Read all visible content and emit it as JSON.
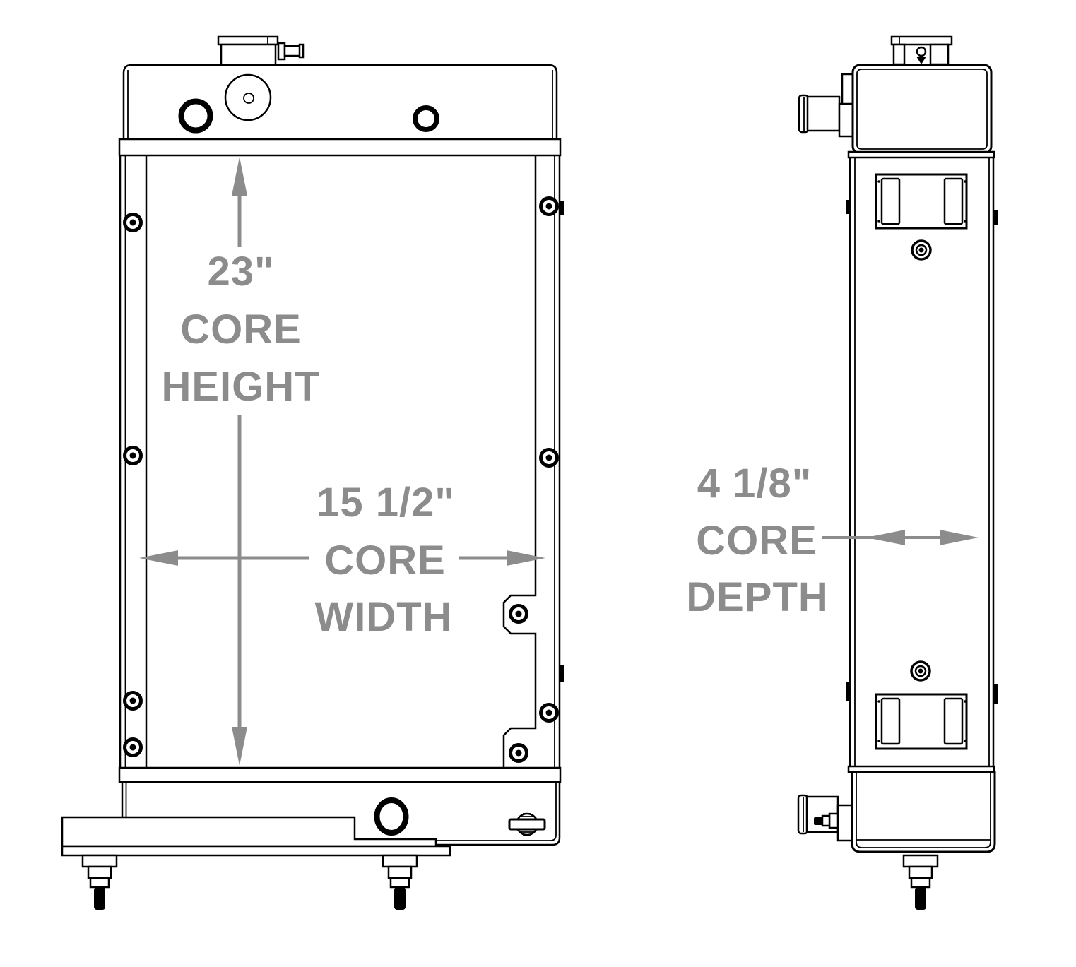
{
  "drawing": {
    "background_color": "#ffffff",
    "line_color": "#000000",
    "dimension_color": "#8c8c8c",
    "dimensions": {
      "core_height": {
        "value": "23\"",
        "label_line1": "CORE",
        "label_line2": "HEIGHT"
      },
      "core_width": {
        "value": "15 1/2\"",
        "label_line1": "CORE",
        "label_line2": "WIDTH"
      },
      "core_depth": {
        "value": "4 1/8\"",
        "label_line1": "CORE",
        "label_line2": "DEPTH"
      }
    }
  }
}
